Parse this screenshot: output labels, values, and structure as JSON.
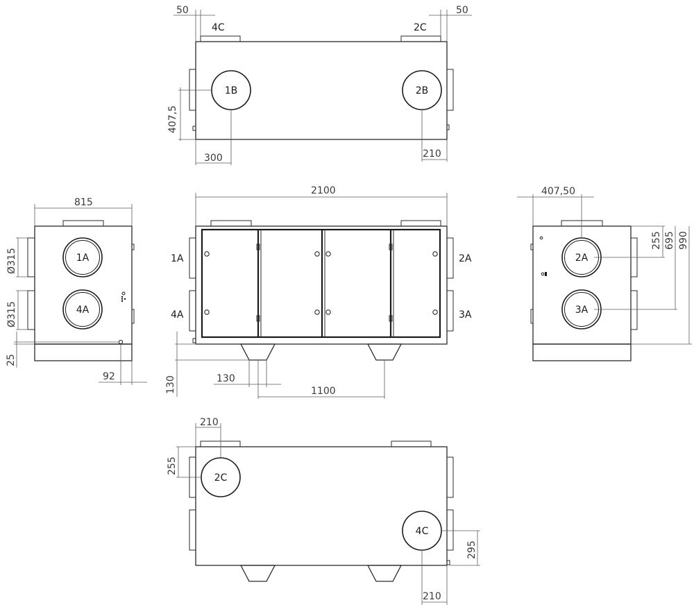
{
  "ports": {
    "p1B": "1B",
    "p2B": "2B",
    "p4C": "4C",
    "p2C": "2C",
    "p1A": "1A",
    "p4A": "4A",
    "p2A": "2A",
    "p3A": "3A"
  },
  "dims": {
    "top_left_offset": "50",
    "top_right_offset": "50",
    "top_height": "407,5",
    "top_left_x": "300",
    "top_right_x": "210",
    "front_length": "2100",
    "side_width": "815",
    "diam_top": "Ø315",
    "diam_bottom": "Ø315",
    "base_25": "25",
    "side_92": "92",
    "foot_height": "130",
    "foot_width": "130",
    "foot_spacing": "1100",
    "right_width": "407,50",
    "right_255": "255",
    "right_695": "695",
    "right_990": "990",
    "bottom_210_top": "210",
    "bottom_255": "255",
    "bottom_295": "295",
    "bottom_210_bottom": "210"
  }
}
